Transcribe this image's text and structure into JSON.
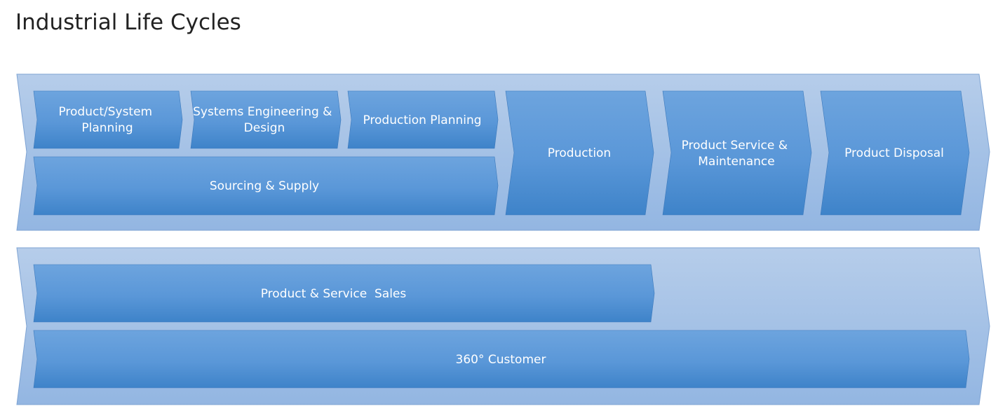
{
  "page": {
    "title": "Industrial Life Cycles"
  },
  "colors": {
    "band_top": "#b6cdea",
    "band_bottom": "#93b6e2",
    "band_stroke": "#7ea3d3",
    "step_top": "#6da4de",
    "step_bottom": "#3e83c9",
    "step_stroke": "#3a78bb",
    "text": "#ffffff"
  },
  "top_band": {
    "steps": [
      {
        "id": "product-system-planning",
        "lines": [
          "Product/System",
          "Planning"
        ]
      },
      {
        "id": "systems-engineering-design",
        "lines": [
          "Systems Engineering &",
          "Design"
        ]
      },
      {
        "id": "production-planning",
        "lines": [
          "Production Planning"
        ]
      },
      {
        "id": "sourcing-supply",
        "lines": [
          "Sourcing & Supply"
        ]
      },
      {
        "id": "production",
        "lines": [
          "Production"
        ]
      },
      {
        "id": "product-service-maintenance",
        "lines": [
          "Product Service &",
          "Maintenance"
        ]
      },
      {
        "id": "product-disposal",
        "lines": [
          "Product Disposal"
        ]
      }
    ]
  },
  "bottom_band": {
    "steps": [
      {
        "id": "product-service-sales",
        "lines": [
          "Product & Service  Sales"
        ]
      },
      {
        "id": "customer-360",
        "lines": [
          "360° Customer"
        ]
      }
    ]
  }
}
